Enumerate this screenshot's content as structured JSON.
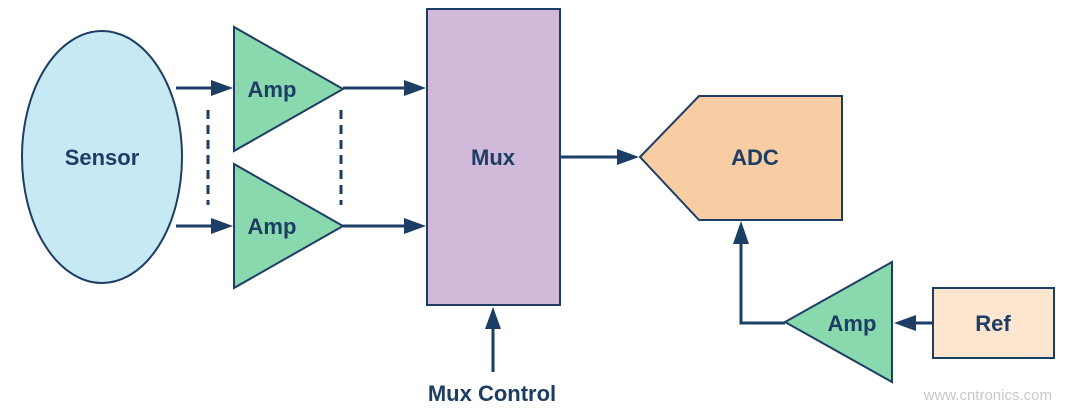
{
  "blocks": {
    "sensor": {
      "label": "Sensor",
      "fill": "#c7e9f3"
    },
    "amp_top": {
      "label": "Amp",
      "fill": "#8ad8ad"
    },
    "amp_bottom": {
      "label": "Amp",
      "fill": "#8ad8ad"
    },
    "mux": {
      "label": "Mux",
      "fill": "#d1b9d9"
    },
    "adc": {
      "label": "ADC",
      "fill": "#f8cda4"
    },
    "amp_ref": {
      "label": "Amp",
      "fill": "#8ad8ad"
    },
    "ref": {
      "label": "Ref",
      "fill": "#fde6cf"
    }
  },
  "mux_control": {
    "label": "Mux Control"
  },
  "watermark": "www.cntronics.com",
  "colors": {
    "line": "#1c3d64",
    "stroke": "#1c3d64"
  }
}
